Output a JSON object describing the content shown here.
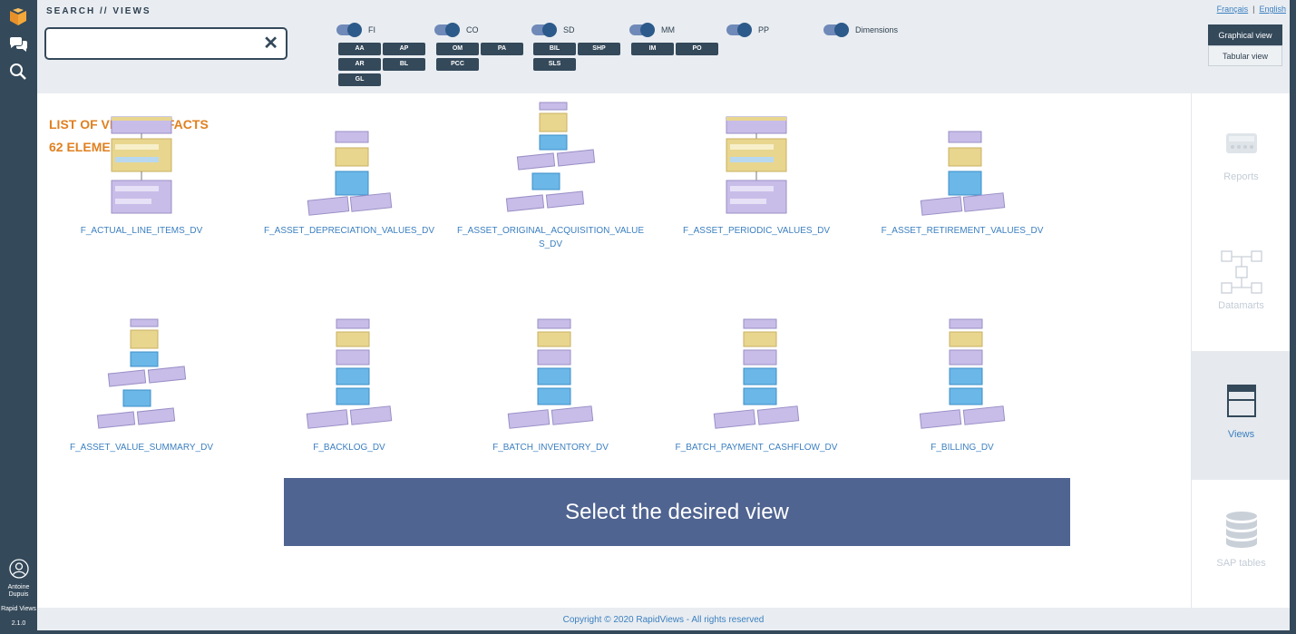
{
  "rail": {
    "user_first": "Antoine",
    "user_last": "Dupuis",
    "app_name": "Rapid Views",
    "version": "2.1.0"
  },
  "header": {
    "breadcrumb": "SEARCH // VIEWS",
    "search": {
      "value": "",
      "placeholder": ""
    },
    "languages": {
      "fr": "Français",
      "en": "English"
    },
    "view_switch": {
      "graphical": "Graphical view",
      "tabular": "Tabular view"
    },
    "modules": [
      {
        "label": "FI",
        "buttons": [
          "AA",
          "AP",
          "AR",
          "BL",
          "GL"
        ]
      },
      {
        "label": "CO",
        "buttons": [
          "OM",
          "PA",
          "PCC"
        ]
      },
      {
        "label": "SD",
        "buttons": [
          "BIL",
          "SHP",
          "SLS"
        ]
      },
      {
        "label": "MM",
        "buttons": [
          "IM",
          "PO"
        ]
      },
      {
        "label": "PP",
        "buttons": []
      },
      {
        "label": "Dimensions",
        "buttons": []
      }
    ]
  },
  "main": {
    "title": "LIST OF VIEWS OF FACTS",
    "count": "62 ELEMENT(S)",
    "views": [
      {
        "name": "F_ACTUAL_LINE_ITEMS_DV"
      },
      {
        "name": "F_ASSET_DEPRECIATION_VALUES_DV"
      },
      {
        "name": "F_ASSET_ORIGINAL_ACQUISITION_VALUES_DV"
      },
      {
        "name": "F_ASSET_PERIODIC_VALUES_DV"
      },
      {
        "name": "F_ASSET_RETIREMENT_VALUES_DV"
      },
      {
        "name": "F_ASSET_VALUE_SUMMARY_DV"
      },
      {
        "name": "F_BACKLOG_DV"
      },
      {
        "name": "F_BATCH_INVENTORY_DV"
      },
      {
        "name": "F_BATCH_PAYMENT_CASHFLOW_DV"
      },
      {
        "name": "F_BILLING_DV"
      }
    ],
    "overlay": "Select the desired view"
  },
  "right_panel": {
    "items": [
      {
        "label": "Reports"
      },
      {
        "label": "Datamarts"
      },
      {
        "label": "Views"
      },
      {
        "label": "SAP tables"
      }
    ]
  },
  "footer": "Copyright © 2020 RapidViews - All rights reserved",
  "colors": {
    "accent": "#e08020",
    "link": "#3b7fc0",
    "dark": "#34495a",
    "toggle": "#6f89b8"
  }
}
